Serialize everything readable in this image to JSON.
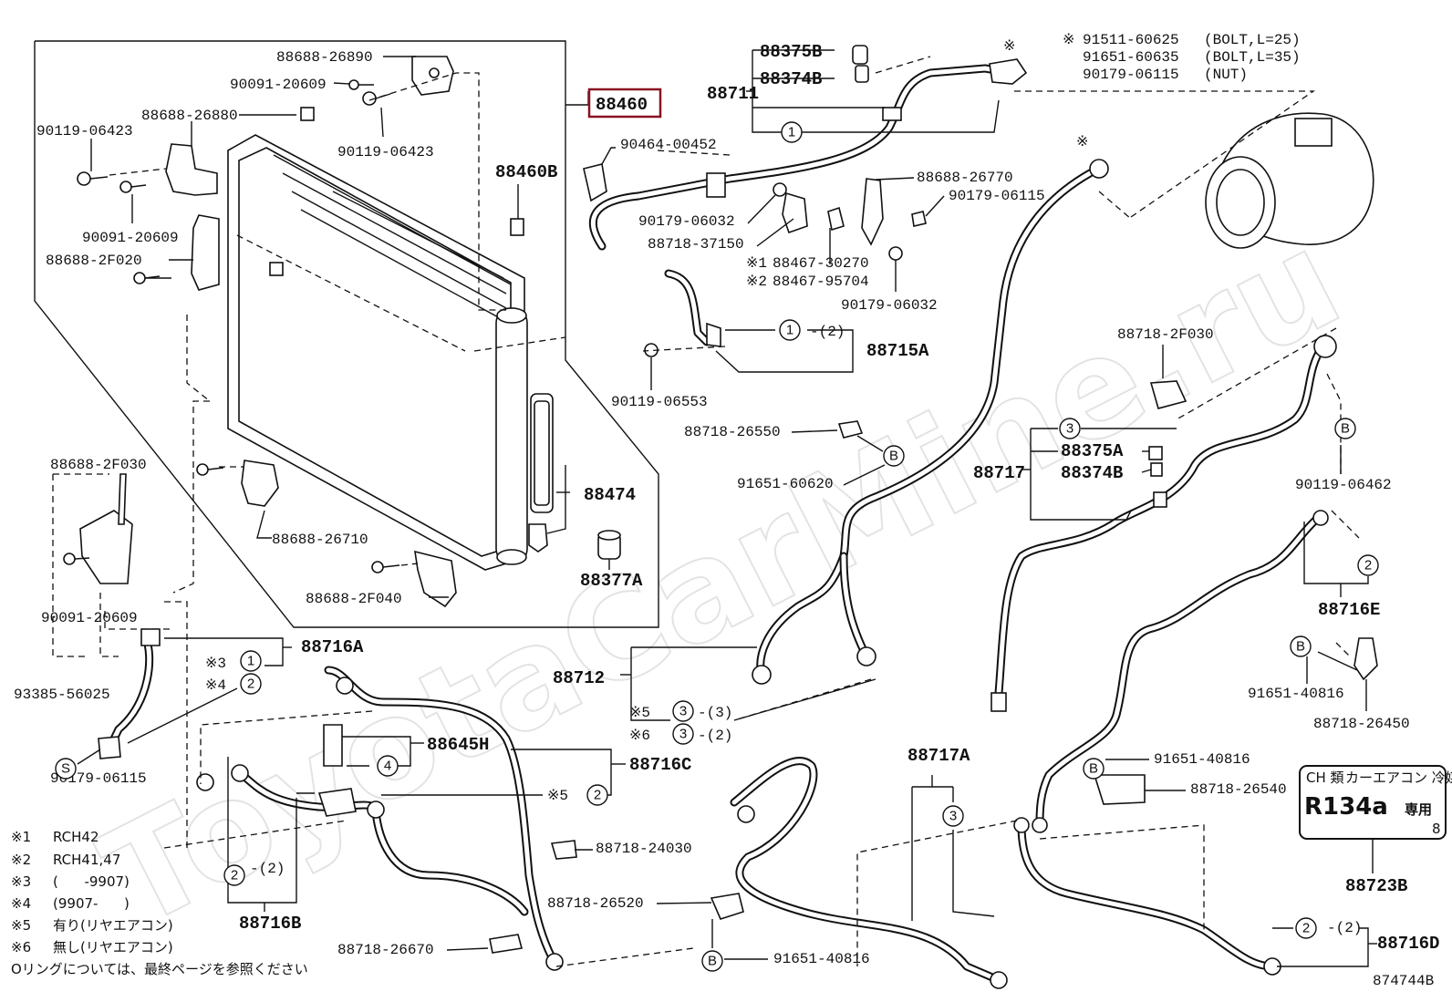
{
  "watermark": "ToyotaCarMine.ru",
  "highlighted_part": "88460",
  "diagram_id": "874744B",
  "parts": {
    "p88688_26890": "88688-26890",
    "p90091_20609a": "90091-20609",
    "p88688_26880": "88688-26880",
    "p90119_06423a": "90119-06423",
    "p90119_06423b": "90119-06423",
    "p90091_20609b": "90091-20609",
    "p88688_2F020": "88688-2F020",
    "p88460B": "88460B",
    "p88688_2F030": "88688-2F030",
    "p90091_20609c": "90091-20609",
    "p88688_26710": "88688-26710",
    "p88688_2F040": "88688-2F040",
    "p88474": "88474",
    "p88377A": "88377A",
    "p88375B_top": "88375B",
    "p88374B_top": "88374B",
    "p88711": "88711",
    "p90464_00452": "90464-00452",
    "p88688_26770": "88688-26770",
    "p90179_06115a": "90179-06115",
    "p90179_06032a": "90179-06032",
    "p88718_37150": "88718-37150",
    "p88467_30270": "88467-30270",
    "p88467_95704": "88467-95704",
    "p90179_06032b": "90179-06032",
    "p88715A": "88715A",
    "p90119_06553": "90119-06553",
    "p88718_26550": "88718-26550",
    "p91651_60620": "91651-60620",
    "p88717": "88717",
    "p88375A": "88375A",
    "p88374B_mid": "88374B",
    "p88718_2F030": "88718-2F030",
    "p90119_06462": "90119-06462",
    "p88716E": "88716E",
    "p91651_40816a": "91651-40816",
    "p88718_26450": "88718-26450",
    "p91651_40816b": "91651-40816",
    "p88718_26540": "88718-26540",
    "p88723B": "88723B",
    "p88712": "88712",
    "p88716A": "88716A",
    "p93385_56025": "93385-56025",
    "p90179_06115b": "90179-06115",
    "p88645H": "88645H",
    "p88716C": "88716C",
    "p88718_24030": "88718-24030",
    "p88718_26520": "88718-26520",
    "p88717A": "88717A",
    "p88716B": "88716B",
    "p88718_26670": "88718-26670",
    "p91651_40816c": "91651-40816",
    "p88716D": "88716D"
  },
  "bolt_notes": {
    "mark": "※",
    "line1_num": "91511-60625",
    "line1_desc": "(BOLT,L=25)",
    "line2_num": "91651-60635",
    "line2_desc": "(BOLT,L=35)",
    "line3_num": "90179-06115",
    "line3_desc": "(NUT)"
  },
  "qualifiers": {
    "q1": "※1",
    "q2": "※2",
    "q3": "※3",
    "q4": "※4",
    "q5": "※5",
    "q6": "※6",
    "x": "※",
    "s3": "-(3)",
    "s2": "-(2)"
  },
  "footnotes": [
    {
      "mark": "※1",
      "text": "RCH42"
    },
    {
      "mark": "※2",
      "text": "RCH41,47"
    },
    {
      "mark": "※3",
      "text": "(      -9907)"
    },
    {
      "mark": "※4",
      "text": "(9907-      )"
    },
    {
      "mark": "※5",
      "text": "有り(リヤエアコン)"
    },
    {
      "mark": "※6",
      "text": "無し(リヤエアコン)"
    }
  ],
  "oring_note": "Oリングについては、最終ページを参照ください",
  "circles": {
    "c1": "1",
    "c2": "2",
    "c3": "3",
    "c4": "4",
    "cB": "B",
    "cS": "S"
  },
  "label_plate": {
    "top_left": "CH 類",
    "top_right": "カーエアコン 冷媒名",
    "main": "R134a",
    "suffix": "専用",
    "num": "8"
  }
}
